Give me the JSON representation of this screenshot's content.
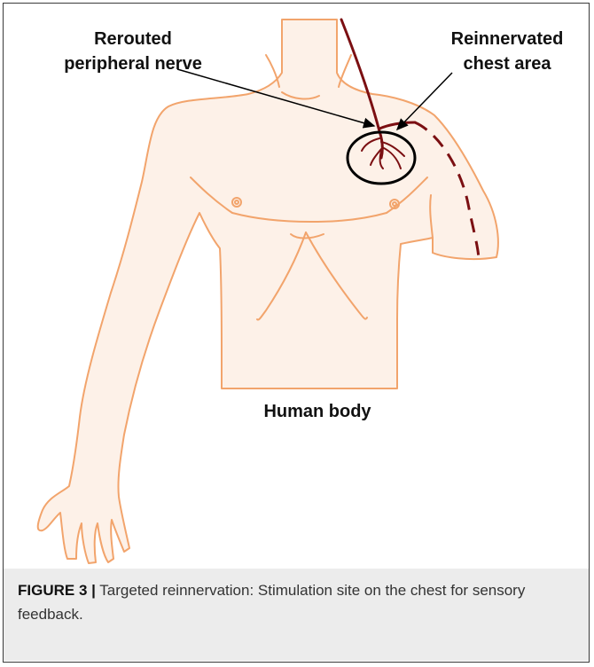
{
  "labels": {
    "rerouted_nerve": [
      "Rerouted",
      "peripheral nerve"
    ],
    "reinnervated_area": [
      "Reinnervated",
      "chest area"
    ],
    "human_body": "Human body"
  },
  "caption": {
    "figure_id": "FIGURE 3 |",
    "text": " Targeted reinnervation: Stimulation site on the chest for sensory feedback."
  },
  "colors": {
    "body_outline": "#f2a46c",
    "body_fill": "#fdf1e8",
    "nerve": "#7b0f12",
    "target_circle": "#000000",
    "caption_bg": "#ececec"
  }
}
